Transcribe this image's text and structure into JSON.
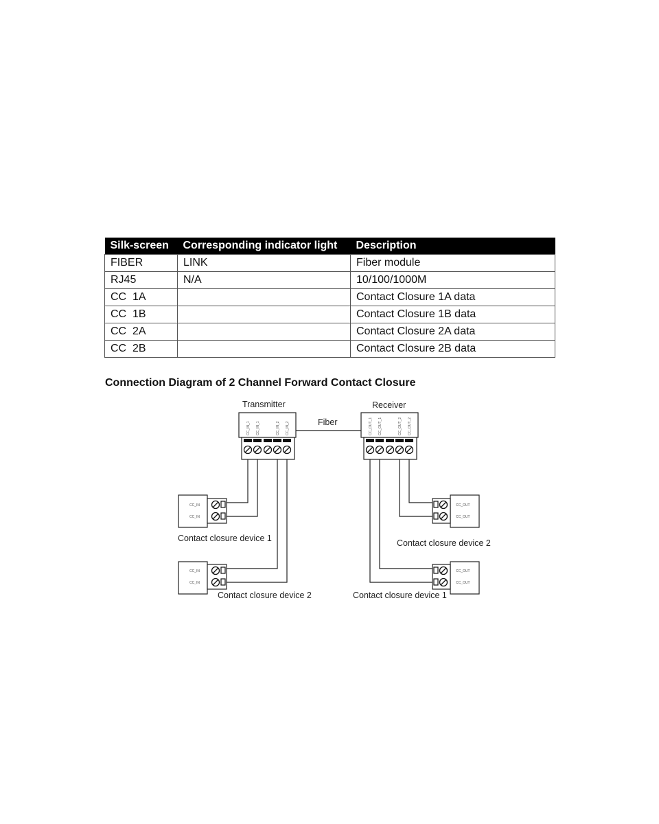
{
  "table": {
    "headers": [
      "Silk-screen",
      "Corresponding indicator light",
      "Description"
    ],
    "rows": [
      [
        "FIBER",
        "LINK",
        "Fiber module"
      ],
      [
        "RJ45",
        "N/A",
        "10/100/1000M"
      ],
      [
        "CC  1A",
        "",
        "Contact Closure 1A data"
      ],
      [
        "CC  1B",
        "",
        "Contact Closure 1B data"
      ],
      [
        "CC  2A",
        "",
        "Contact Closure 2A data"
      ],
      [
        "CC  2B",
        "",
        "Contact Closure 2B data"
      ]
    ]
  },
  "section_title": "Connection Diagram of 2 Channel Forward Contact Closure",
  "diagram": {
    "transmitter_label": "Transmitter",
    "receiver_label": "Receiver",
    "fiber_label": "Fiber",
    "transmitter_pins": [
      "CC_IN_1",
      "CC_IN_1",
      "",
      "CC_IN_2",
      "CC_IN_2"
    ],
    "receiver_pins": [
      "CC_OUT_1",
      "CC_OUT_1",
      "",
      "CC_OUT_2",
      "CC_OUT_2"
    ],
    "in_device_pins": [
      "CC_IN",
      "CC_IN"
    ],
    "out_device_pins": [
      "CC_OUT",
      "CC_OUT"
    ],
    "tx_device_1_label": "Contact closure device 1",
    "tx_device_2_label": "Contact closure device 2",
    "rx_device_2_label": "Contact closure device 2",
    "rx_device_1_label": "Contact closure device 1"
  }
}
